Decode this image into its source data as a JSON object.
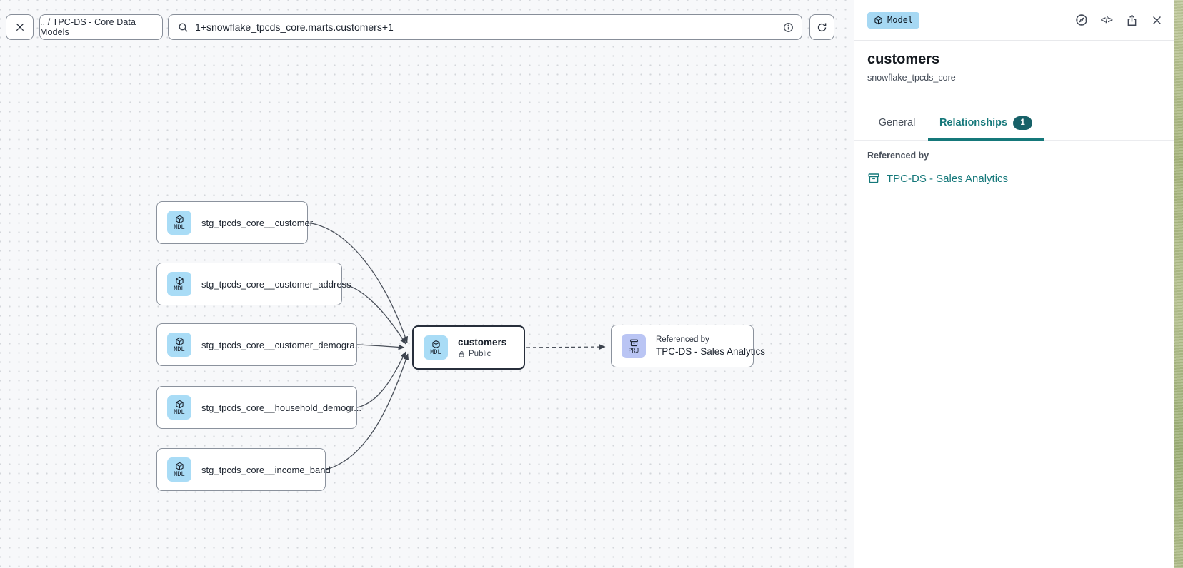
{
  "toolbar": {
    "breadcrumb": ".. / TPC-DS - Core Data Models",
    "search_value": "1+snowflake_tpcds_core.marts.customers+1"
  },
  "canvas": {
    "nodes": [
      {
        "badge": "MDL",
        "label": "stg_tpcds_core__customer"
      },
      {
        "badge": "MDL",
        "label": "stg_tpcds_core__customer_address"
      },
      {
        "badge": "MDL",
        "label": "stg_tpcds_core__customer_demogra..."
      },
      {
        "badge": "MDL",
        "label": "stg_tpcds_core__household_demogr..."
      },
      {
        "badge": "MDL",
        "label": "stg_tpcds_core__income_band"
      },
      {
        "badge": "MDL",
        "label": "customers",
        "visibility": "Public"
      },
      {
        "badge": "PRJ",
        "kicker": "Referenced by",
        "label": "TPC-DS - Sales Analytics"
      }
    ]
  },
  "panel": {
    "type_badge": "Model",
    "code_icon_label": "</>",
    "title": "customers",
    "subtitle": "snowflake_tpcds_core",
    "tabs": [
      {
        "label": "General"
      },
      {
        "label": "Relationships",
        "badge": "1"
      }
    ],
    "section_title": "Referenced by",
    "reference_link": "TPC-DS - Sales Analytics"
  },
  "colors": {
    "teal_accent": "#15787a",
    "teal_badge": "#176168",
    "model_badge_bg": "#a6d8f3",
    "mdl_icon_bg": "#a9dcf6",
    "prj_icon_bg": "#bac5f4",
    "canvas_bg": "#f7f8fa"
  }
}
